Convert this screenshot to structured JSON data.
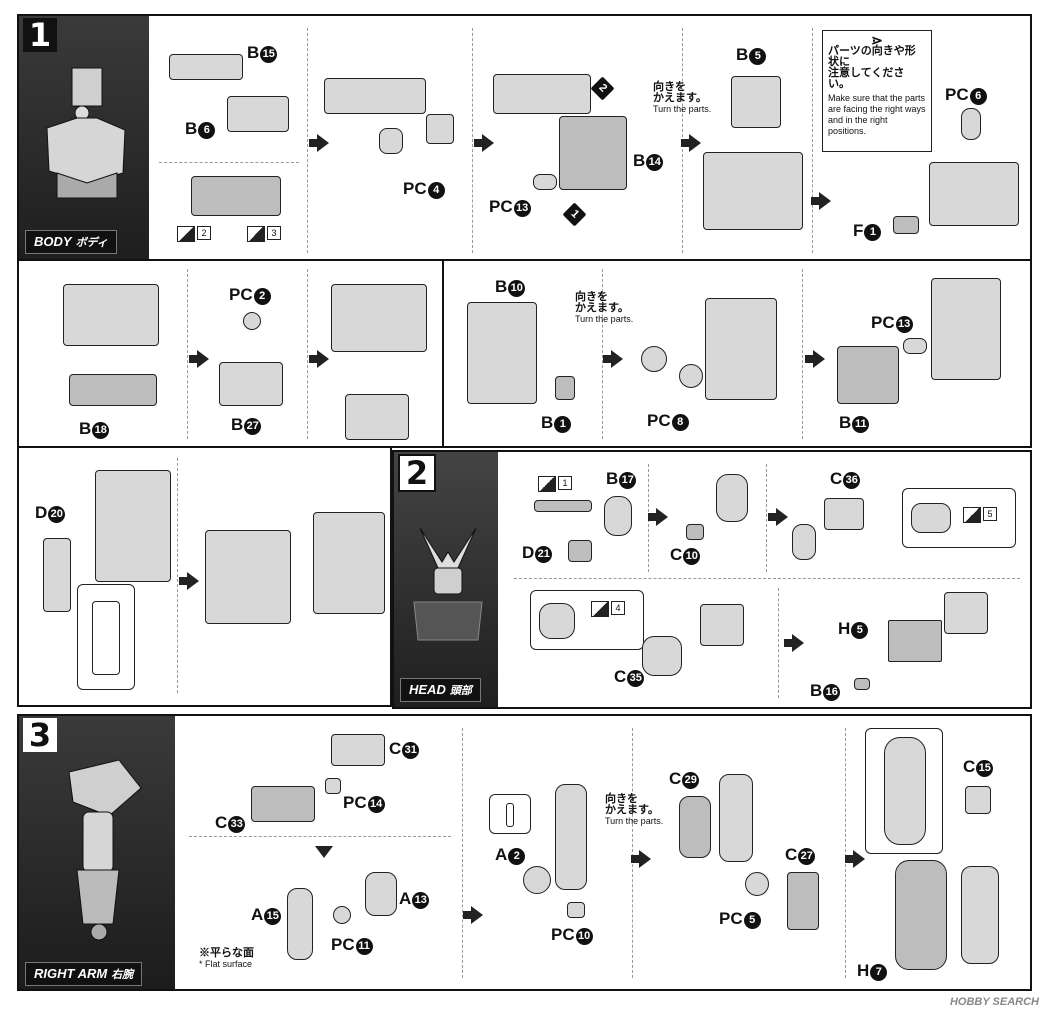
{
  "steps": {
    "s1": {
      "num": "1",
      "tag_en": "BODY",
      "tag_jp": "ボディ"
    },
    "s2": {
      "num": "2",
      "tag_en": "HEAD",
      "tag_jp": "頭部"
    },
    "s3": {
      "num": "3",
      "tag_en": "RIGHT ARM",
      "tag_jp": "右腕"
    }
  },
  "labels": {
    "b15": {
      "p": "B",
      "n": "15"
    },
    "b6": {
      "p": "B",
      "n": "6"
    },
    "pc4": {
      "p": "PC",
      "n": "4"
    },
    "pc13a": {
      "p": "PC",
      "n": "13"
    },
    "b14": {
      "p": "B",
      "n": "14"
    },
    "b5": {
      "p": "B",
      "n": "5"
    },
    "pc6": {
      "p": "PC",
      "n": "6"
    },
    "f1": {
      "p": "F",
      "n": "1"
    },
    "b18": {
      "p": "B",
      "n": "18"
    },
    "pc2": {
      "p": "PC",
      "n": "2"
    },
    "b27": {
      "p": "B",
      "n": "27"
    },
    "b10": {
      "p": "B",
      "n": "10"
    },
    "b1": {
      "p": "B",
      "n": "1"
    },
    "pc8": {
      "p": "PC",
      "n": "8"
    },
    "pc13b": {
      "p": "PC",
      "n": "13"
    },
    "b11": {
      "p": "B",
      "n": "11"
    },
    "d20": {
      "p": "D",
      "n": "20"
    },
    "b17": {
      "p": "B",
      "n": "17"
    },
    "d21": {
      "p": "D",
      "n": "21"
    },
    "c10": {
      "p": "C",
      "n": "10"
    },
    "c36": {
      "p": "C",
      "n": "36"
    },
    "c35": {
      "p": "C",
      "n": "35"
    },
    "h5": {
      "p": "H",
      "n": "5"
    },
    "b16": {
      "p": "B",
      "n": "16"
    },
    "c31": {
      "p": "C",
      "n": "31"
    },
    "c33": {
      "p": "C",
      "n": "33"
    },
    "pc14": {
      "p": "PC",
      "n": "14"
    },
    "a15": {
      "p": "A",
      "n": "15"
    },
    "a13": {
      "p": "A",
      "n": "13"
    },
    "pc11": {
      "p": "PC",
      "n": "11"
    },
    "a2": {
      "p": "A",
      "n": "2"
    },
    "pc10": {
      "p": "PC",
      "n": "10"
    },
    "c29": {
      "p": "C",
      "n": "29"
    },
    "c27": {
      "p": "C",
      "n": "27"
    },
    "pc5": {
      "p": "PC",
      "n": "5"
    },
    "c15": {
      "p": "C",
      "n": "15"
    },
    "h7": {
      "p": "H",
      "n": "7"
    }
  },
  "seq": {
    "one": "1",
    "two": "2"
  },
  "refs": {
    "r2": "2",
    "r3": "3",
    "r1": "1",
    "r5": "5",
    "r4": "4"
  },
  "turn": {
    "jp": "向きを\nかえます。",
    "en": "Turn the parts."
  },
  "caution": {
    "jp": "パーツの向きや形状に\n注意してください。",
    "en": "Make sure that the parts\nare facing the right ways\nand in the right positions."
  },
  "flat": {
    "jp": "※平らな面",
    "en": "* Flat surface"
  },
  "watermark": "HOBBY SEARCH"
}
